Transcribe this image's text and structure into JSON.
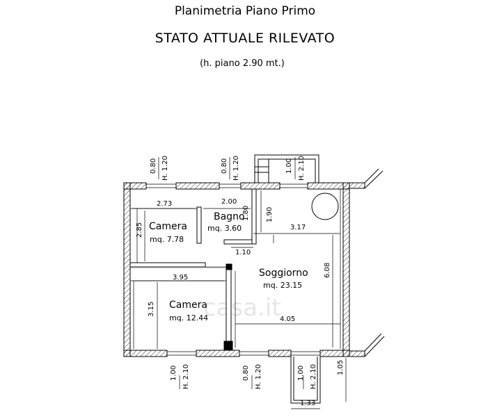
{
  "title": "Planimetria Piano Primo",
  "subtitle": "STATO ATTUALE RILEVATO",
  "floor_height": "(h. piano 2.90 mt.)",
  "watermark": "casa.it",
  "rooms": [
    {
      "name": "Camera",
      "area": "mq. 7.78"
    },
    {
      "name": "Bagno",
      "area": "mq. 3.60"
    },
    {
      "name": "Soggiorno",
      "area": "mq. 23.15"
    },
    {
      "name": "Camera",
      "area": "mq. 12.44"
    }
  ],
  "dimensions": {
    "d273": "2.73",
    "d285": "2.85",
    "d200": "2.00",
    "d180": "1.80",
    "d190": "1.90",
    "d317": "3.17",
    "d110": "1.10",
    "d608": "6.08",
    "d395": "3.95",
    "d315": "3.15",
    "d405": "4.05",
    "d105": "1.05",
    "d133": "1.33"
  },
  "windows": {
    "top_left": {
      "w": "0.80",
      "h": "H. 1.20"
    },
    "top_mid": {
      "w": "0.80",
      "h": "H. 1.20"
    },
    "top_right": {
      "w": "1.00",
      "h": "H. 2.10"
    },
    "bot_left": {
      "w": "1.00",
      "h": "H. 2.10"
    },
    "bot_mid": {
      "w": "0.80",
      "h": "H. 1.20"
    },
    "bot_right": {
      "w": "1.00",
      "h": "H. 2.10"
    }
  }
}
